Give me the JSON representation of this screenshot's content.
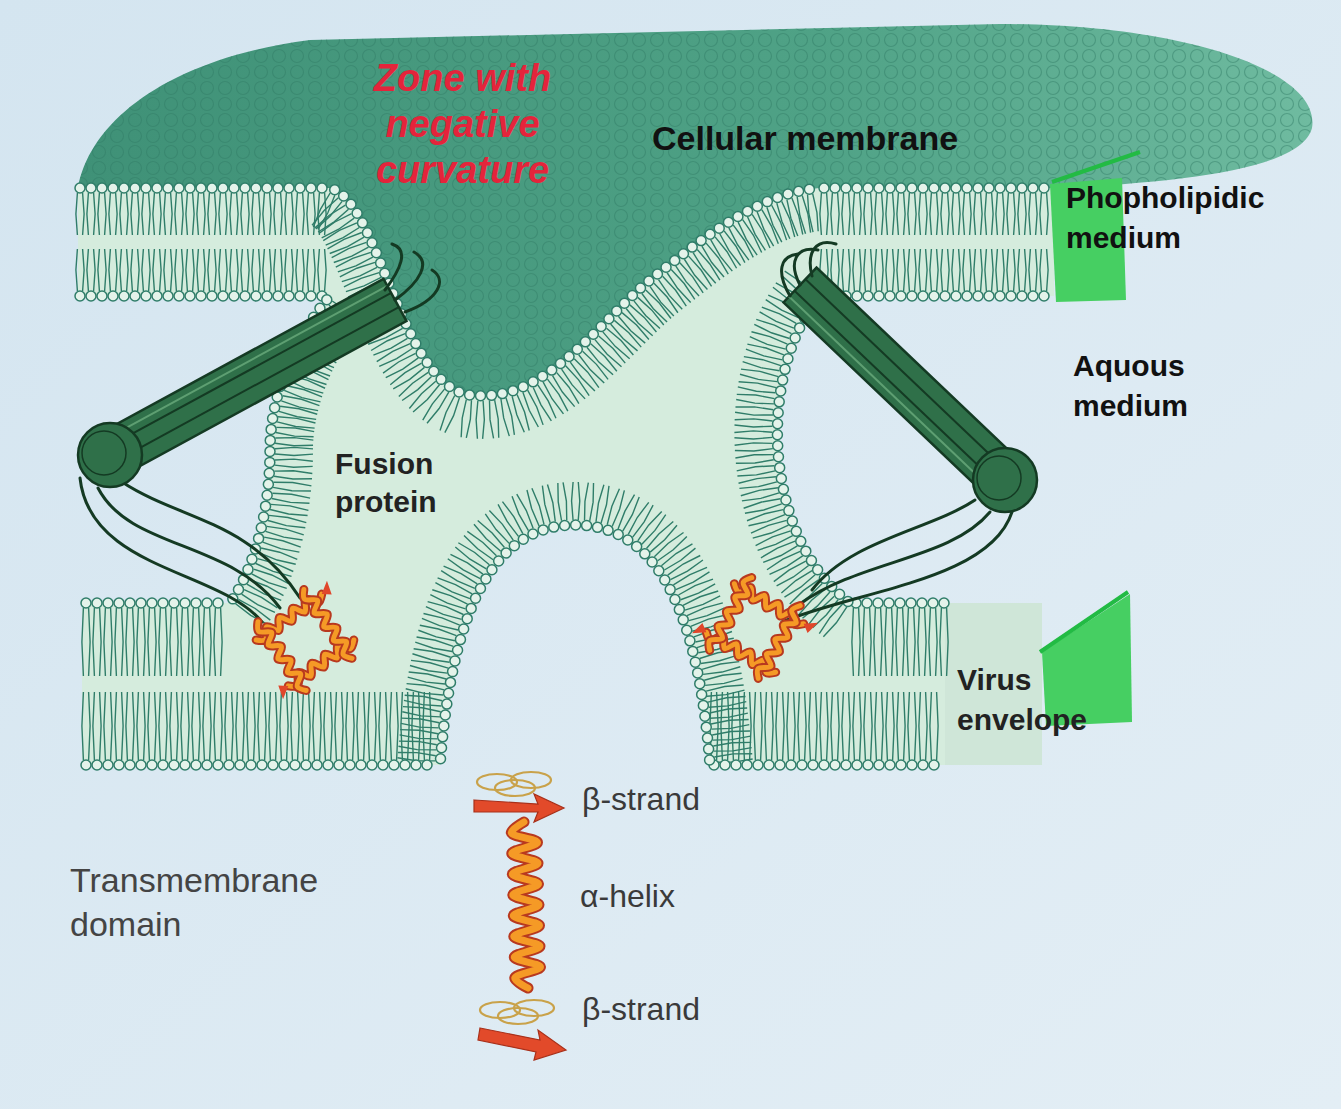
{
  "diagram": {
    "labels": [
      "Zone with negative curvature",
      "Cellular membrane",
      "Phopholipidic medium",
      "Aquous medium",
      "Fusion protein",
      "Virus envelope",
      "β-strand",
      "α-helix",
      "β-strand",
      "Transmembrane domain"
    ]
  }
}
